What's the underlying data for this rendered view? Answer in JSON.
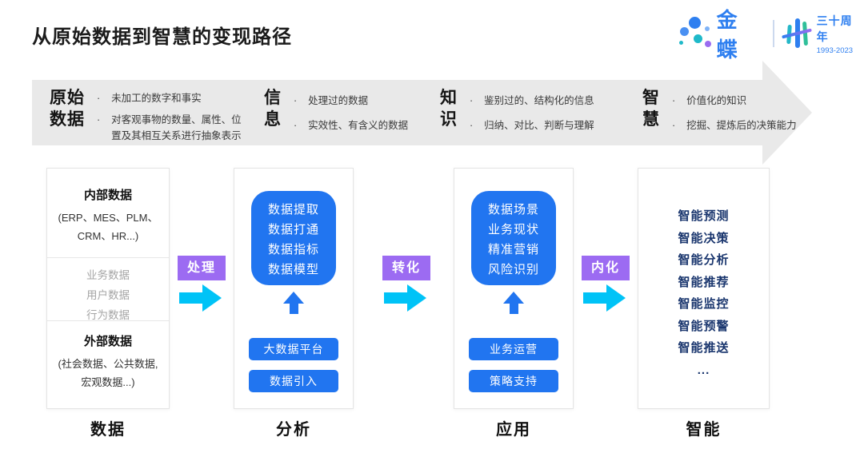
{
  "page": {
    "title": "从原始数据到智慧的变现路径"
  },
  "logo": {
    "brand": "金蝶",
    "anniversary": "三十周年",
    "years": "1993-2023"
  },
  "banner": {
    "stages": [
      {
        "name_lines": [
          "原始",
          "数据"
        ],
        "bullets": [
          "未加工的数字和事实",
          "对客观事物的数量、属性、位置及其相互关系进行抽象表示"
        ]
      },
      {
        "name_lines": [
          "信",
          "息"
        ],
        "bullets": [
          "处理过的数据",
          "实效性、有含义的数据"
        ]
      },
      {
        "name_lines": [
          "知",
          "识"
        ],
        "bullets": [
          "鉴别过的、结构化的信息",
          "归纳、对比、判断与理解"
        ]
      },
      {
        "name_lines": [
          "智",
          "慧"
        ],
        "bullets": [
          "价值化的知识",
          "挖掘、提炼后的决策能力"
        ]
      }
    ]
  },
  "flow": {
    "connectors": [
      {
        "label": "处理"
      },
      {
        "label": "转化"
      },
      {
        "label": "内化"
      }
    ],
    "columns": [
      {
        "label": "数据",
        "sections": [
          {
            "title": "内部数据",
            "subtitle_lines": [
              "(ERP、MES、PLM、",
              "CRM、HR...)"
            ]
          },
          {
            "items": [
              "业务数据",
              "用户数据",
              "行为数据"
            ]
          },
          {
            "title": "外部数据",
            "subtitle_lines": [
              "(社会数据、公共数据,",
              "宏观数据...)"
            ]
          }
        ]
      },
      {
        "label": "分析",
        "card_lines": [
          "数据提取",
          "数据打通",
          "数据指标",
          "数据模型"
        ],
        "buttons": [
          "大数据平台",
          "数据引入"
        ]
      },
      {
        "label": "应用",
        "card_lines": [
          "数据场景",
          "业务现状",
          "精准营销",
          "风险识别"
        ],
        "buttons": [
          "业务运营",
          "策略支持"
        ]
      },
      {
        "label": "智能",
        "items": [
          "智能预测",
          "智能决策",
          "智能分析",
          "智能推荐",
          "智能监控",
          "智能预警",
          "智能推送",
          "..."
        ]
      }
    ]
  },
  "colors": {
    "primary_blue": "#2175F0",
    "brand_blue": "#2E7FF0",
    "cyan_arrow": "#00C3F7",
    "purple_badge": "#9C6BF2",
    "navy_text": "#1A366E",
    "banner_gray": "#E9E9E9",
    "teal": "#1FB9C9",
    "green": "#2FBF9A",
    "purple_dot": "#9B6CF0"
  }
}
